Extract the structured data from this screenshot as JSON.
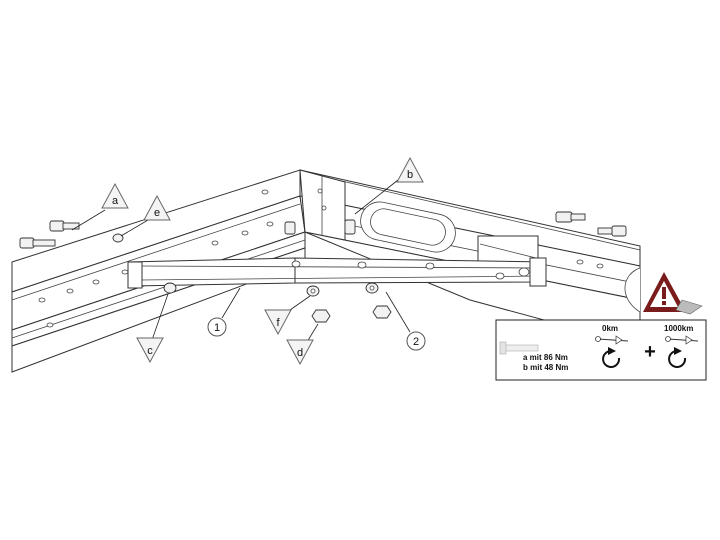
{
  "callouts": {
    "a": "a",
    "b": "b",
    "c": "c",
    "d": "d",
    "e": "e",
    "f": "f",
    "part1": "1",
    "part2": "2"
  },
  "legend": {
    "line_a": "a mit 86 Nm",
    "line_b": "b mit 48 Nm",
    "stage1": "0km",
    "stage2": "1000km",
    "plus": "+"
  },
  "icons": {
    "warning": "warning-triangle-icon",
    "retorque": "rotate-arrow-icon"
  }
}
